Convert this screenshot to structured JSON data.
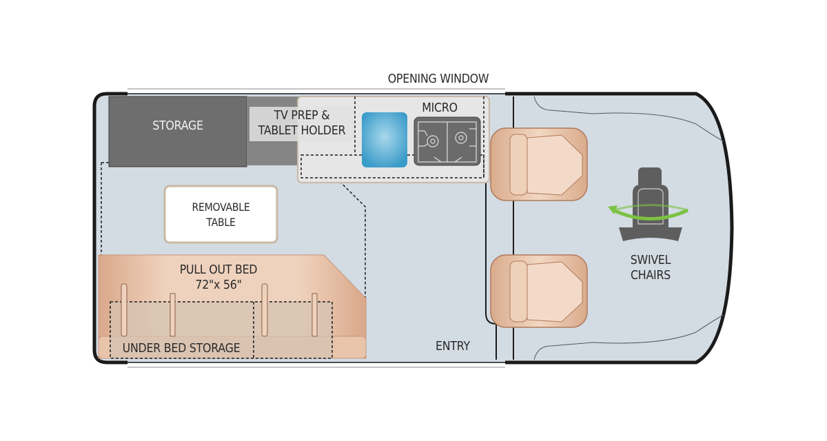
{
  "floorplan": {
    "labels": {
      "opening_window": "OPENING WINDOW",
      "storage": "STORAGE",
      "tv_prep_line1": "TV PREP &",
      "tv_prep_line2": "TABLET HOLDER",
      "micro": "MICRO",
      "removable_table_line1": "REMOVABLE",
      "removable_table_line2": "TABLE",
      "pull_out_bed_line1": "PULL OUT BED",
      "pull_out_bed_line2": "72\"x 56\"",
      "under_bed_storage": "UNDER BED STORAGE",
      "entry": "ENTRY",
      "swivel_chairs_line1": "SWIVEL",
      "swivel_chairs_line2": "CHAIRS"
    },
    "colors": {
      "floor": "#d3dbe3",
      "wall": "#1a1a1a",
      "storage": "#6e6e6e",
      "tv_prep": "#8a8a8a",
      "counter": "#e6e6e6",
      "sink": "#4aa8d0",
      "microwave": "#6b6b6b",
      "upholstery": "#e8c3a8",
      "table": "#ffffff",
      "swivel_accent": "#7cc242",
      "swivel_seat_icon": "#5e5e5e"
    },
    "icons": [
      "sink-icon",
      "microwave-icon",
      "swivel-seat-icon",
      "rotate-arrow-icon"
    ]
  }
}
